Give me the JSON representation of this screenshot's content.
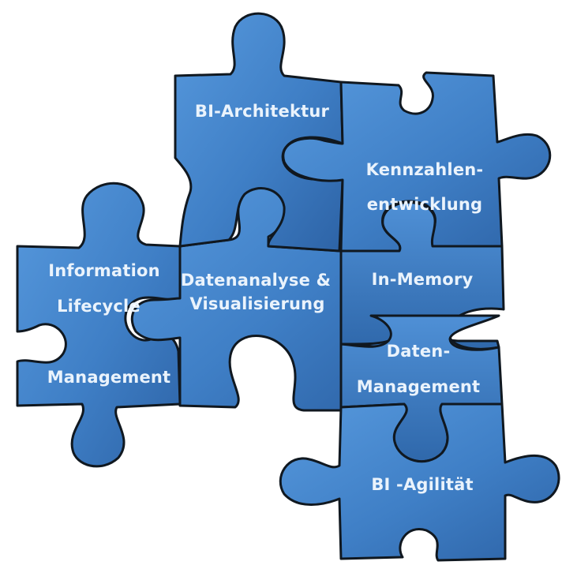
{
  "diagram": {
    "pieces": [
      {
        "id": "bi-architektur",
        "lines": [
          "BI-Architektur"
        ]
      },
      {
        "id": "kennzahlen",
        "lines": [
          "Kennzahlen-",
          "entwicklung"
        ]
      },
      {
        "id": "information-lifecycle",
        "lines": [
          "Information",
          "Lifecycle",
          "Management"
        ]
      },
      {
        "id": "datenanalyse",
        "lines": [
          "Datenanalyse &",
          "Visualisierung"
        ]
      },
      {
        "id": "in-memory",
        "lines": [
          "In-Memory"
        ]
      },
      {
        "id": "daten-management",
        "lines": [
          "Daten-",
          "Management"
        ]
      },
      {
        "id": "bi-agilitaet",
        "lines": [
          "BI -Agilität"
        ]
      }
    ]
  },
  "colors": {
    "piece_light": "#5799dd",
    "piece_mid": "#3f7fc6",
    "piece_dark": "#2d63a6",
    "outline": "#101820",
    "label": "#eaf3fc"
  }
}
